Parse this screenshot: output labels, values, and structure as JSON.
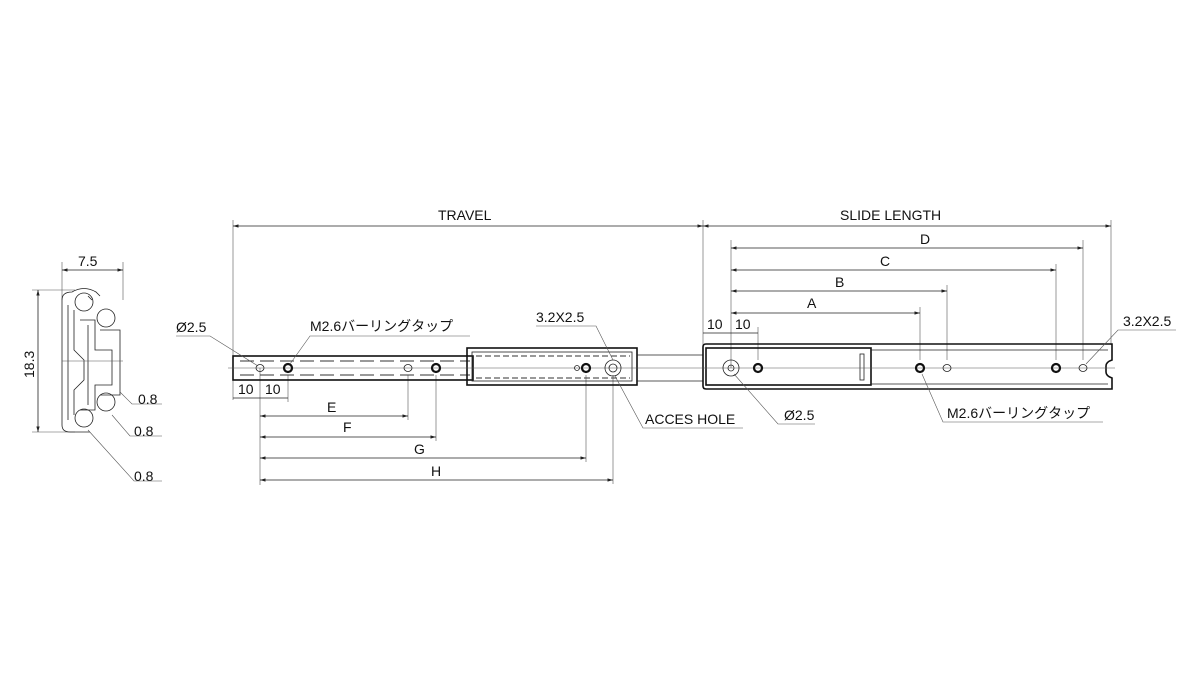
{
  "dimensions": {
    "travel": "TRAVEL",
    "slide_length": "SLIDE LENGTH",
    "a": "A",
    "b": "B",
    "c": "C",
    "d": "D",
    "e": "E",
    "f": "F",
    "g": "G",
    "h": "H",
    "ten": "10",
    "width": "7.5",
    "height": "18.3",
    "thickness": "0.8"
  },
  "callouts": {
    "dia_left": "Ø2.5",
    "tap_left": "M2.6バーリングタップ",
    "slot_mid": "3.2X2.5",
    "access_hole": "ACCES HOLE",
    "dia_right": "Ø2.5",
    "tap_right": "M2.6バーリングタップ",
    "slot_right": "3.2X2.5"
  }
}
